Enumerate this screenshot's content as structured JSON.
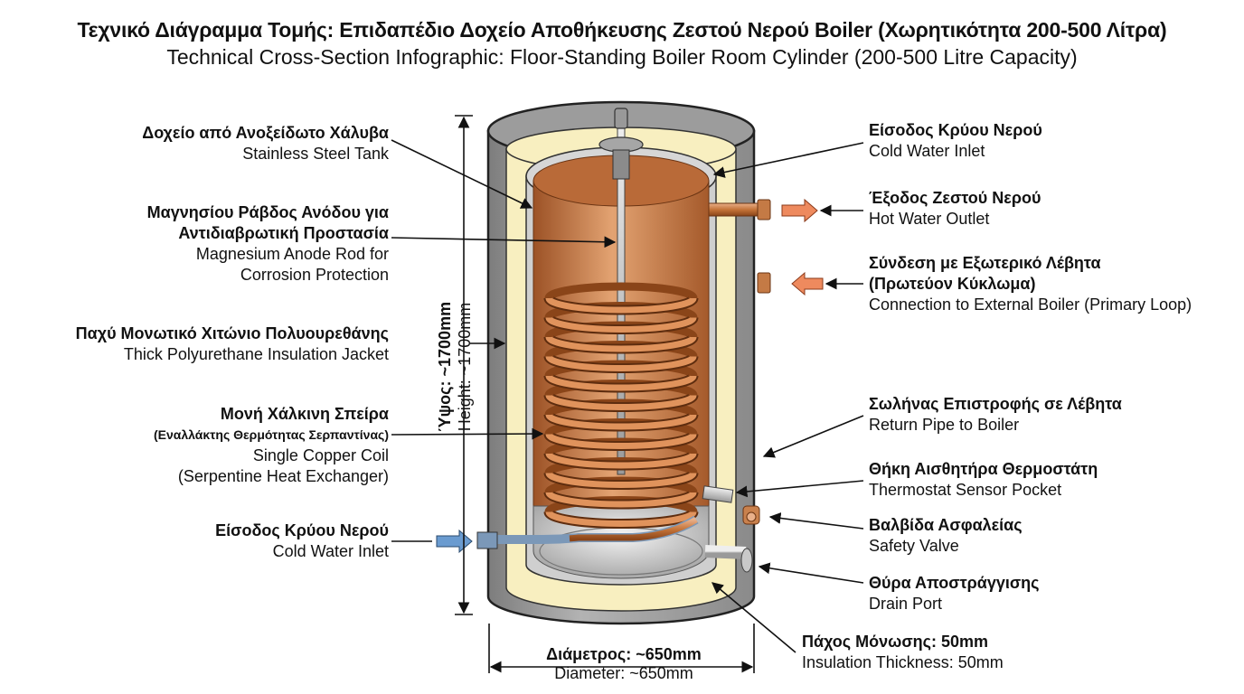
{
  "title": {
    "greek": "Τεχνικό Διάγραμμα Τομής: Επιδαπέδιο Δοχείο Αποθήκευσης Ζεστού Νερού Boiler (Χωρητικότητα 200-500 Λίτρα)",
    "english": "Technical Cross-Section Infographic: Floor-Standing Boiler Room Cylinder (200-500 Litre Capacity)"
  },
  "labels": {
    "tank": {
      "greek": "Δοχείο από Ανοξείδωτο Χάλυβα",
      "english": "Stainless Steel Tank"
    },
    "anode": {
      "greek_1": "Μαγνησίου Ράβδος Ανόδου για",
      "greek_2": "Αντιδιαβρωτική Προστασία",
      "english_1": "Magnesium Anode Rod for",
      "english_2": "Corrosion Protection"
    },
    "insulation": {
      "greek": "Παχύ Μονωτικό Χιτώνιο Πολυουρεθάνης",
      "english": "Thick Polyurethane Insulation Jacket"
    },
    "coil": {
      "greek_1": "Μονή Χάλκινη Σπείρα",
      "greek_2": "(Εναλλάκτης Θερμότητας Σερπαντίνας)",
      "english_1": "Single Copper Coil",
      "english_2": "(Serpentine Heat Exchanger)"
    },
    "cold_inlet_left": {
      "greek": "Είσοδος Κρύου Νερού",
      "english": "Cold Water Inlet"
    },
    "cold_inlet_right": {
      "greek": "Είσοδος Κρύου Νερού",
      "english": "Cold Water Inlet"
    },
    "hot_outlet": {
      "greek": "Έξοδος Ζεστού Νερού",
      "english": "Hot Water Outlet"
    },
    "external_boiler": {
      "greek_1": "Σύνδεση με Εξωτερικό Λέβητα",
      "greek_2": "(Πρωτεύον Κύκλωμα)",
      "english": "Connection to External Boiler (Primary Loop)"
    },
    "return_pipe": {
      "greek": "Σωλήνας Επιστροφής σε Λέβητα",
      "english": "Return Pipe to Boiler"
    },
    "thermostat": {
      "greek": "Θήκη Αισθητήρα Θερμοστάτη",
      "english": "Thermostat Sensor Pocket"
    },
    "safety_valve": {
      "greek": "Βαλβίδα Ασφαλείας",
      "english": "Safety Valve"
    },
    "drain": {
      "greek": "Θύρα Αποστράγγισης",
      "english": "Drain Port"
    },
    "insulation_thickness": {
      "greek": "Πάχος Μόνωσης: 50mm",
      "english": "Insulation Thickness: 50mm"
    },
    "diameter": {
      "greek": "Διάμετρος: ~650mm",
      "english": "Diameter: ~650mm"
    },
    "height": {
      "greek": "Ύψος: ~1700mm",
      "english": "Height: ~1700mm"
    }
  },
  "colors": {
    "outer_shell": "#9a9a9a",
    "insulation": "#f8efc0",
    "copper": "#c67a45",
    "cold_arrow": "#6a9bd0",
    "hot_arrow": "#ee8a5e",
    "steel": "#c9c9c9"
  }
}
